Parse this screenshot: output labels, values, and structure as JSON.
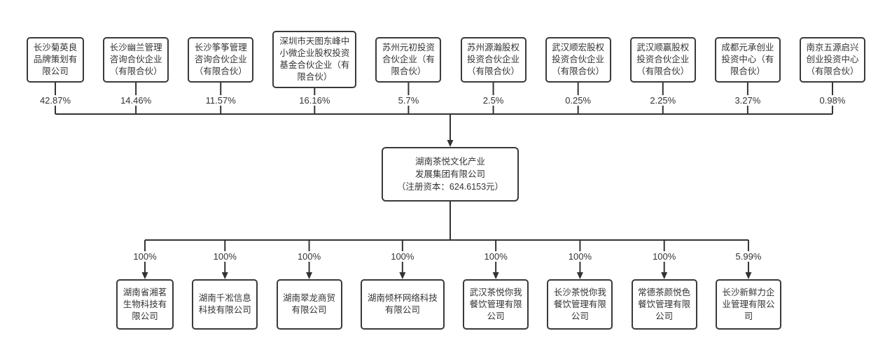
{
  "colors": {
    "line": "#333333",
    "box_border": "#3a3a3a",
    "text": "#333333",
    "background": "#ffffff"
  },
  "shareholders": {
    "items": [
      {
        "name": "长沙菊英良品牌策划有限公司",
        "percent": "42.87%"
      },
      {
        "name": "长沙幽兰管理咨询合伙企业（有限合伙）",
        "percent": "14.46%"
      },
      {
        "name": "长沙筝筝管理咨询合伙企业（有限合伙）",
        "percent": "11.57%"
      },
      {
        "name": "深圳市天图东峰中小微企业股权投资基金合伙企业（有限合伙）",
        "percent": "16.16%"
      },
      {
        "name": "苏州元初投资合伙企业（有限合伙）",
        "percent": "5.7%"
      },
      {
        "name": "苏州源瀚股权投资合伙企业（有限合伙）",
        "percent": "2.5%"
      },
      {
        "name": "武汉顺宏股权投资合伙企业（有限合伙）",
        "percent": "0.25%"
      },
      {
        "name": "武汉顺赢股权投资合伙企业（有限合伙）",
        "percent": "2.25%"
      },
      {
        "name": "成都元承创业投资中心（有限合伙）",
        "percent": "3.27%"
      },
      {
        "name": "南京五源启兴创业投资中心（有限合伙）",
        "percent": "0.98%"
      }
    ]
  },
  "parent_company": {
    "lines": [
      "湖南茶悦文化产业",
      "发展集团有限公司",
      "（注册资本：624.6153元）"
    ]
  },
  "subsidiaries": {
    "items": [
      {
        "name": "湖南省湘茗生物科技有限公司",
        "percent": "100%"
      },
      {
        "name": "湖南千凇信息科技有限公司",
        "percent": "100%"
      },
      {
        "name": "湖南翠龙商贸有限公司",
        "percent": "100%"
      },
      {
        "name": "湖南倾杯网络科技有限公司",
        "percent": "100%"
      },
      {
        "name": "武汉茶悦你我餐饮管理有限公司",
        "percent": "100%"
      },
      {
        "name": "长沙茶悦你我餐饮管理有限公司",
        "percent": "100%"
      },
      {
        "name": "常德茶颜悦色餐饮管理有限公司",
        "percent": "100%"
      },
      {
        "name": "长沙新鲜力企业管理有限公司",
        "percent": "5.99%"
      }
    ]
  }
}
